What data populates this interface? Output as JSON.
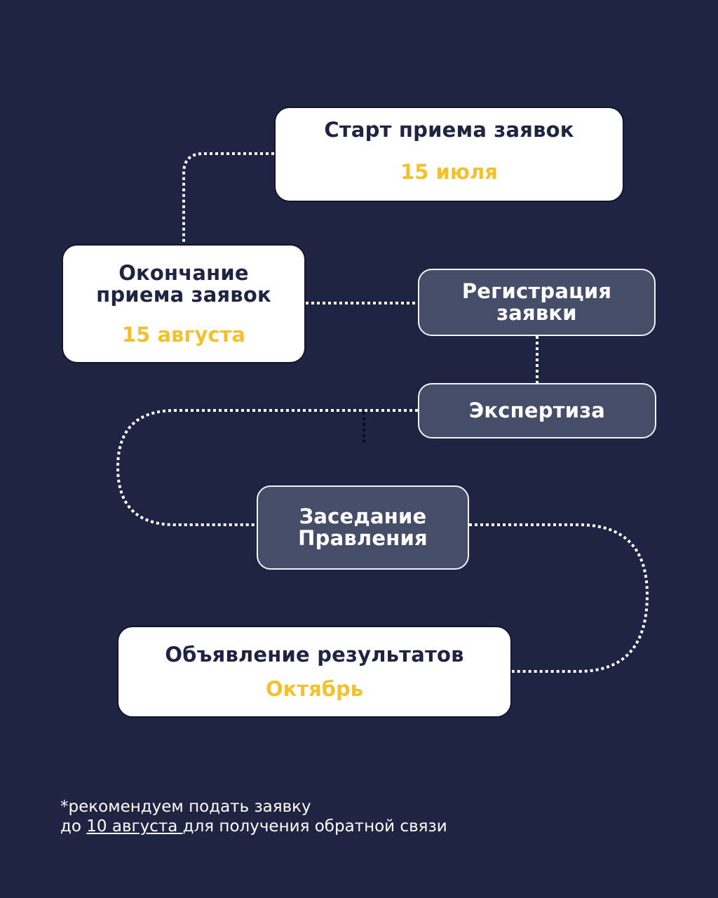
{
  "colors": {
    "background": "#1f2443",
    "white_box": "#ffffff",
    "slate_box": "#454d69",
    "date_accent": "#f2c12e",
    "dark_text": "#1f2443",
    "connector": "#ffffff"
  },
  "steps": {
    "start": {
      "title": "Старт приема заявок",
      "date": "15 июля"
    },
    "end": {
      "title_line1": "Окончание",
      "title_line2": "приема заявок",
      "date": "15 августа"
    },
    "registration": {
      "title_line1": "Регистрация",
      "title_line2": "заявки"
    },
    "expertise": {
      "title": "Экспертиза"
    },
    "board": {
      "title_line1": "Заседание",
      "title_line2": "Правления"
    },
    "results": {
      "title": "Объявление результатов",
      "date": "Октябрь"
    }
  },
  "footnote": {
    "line1": "*рекомендуем подать заявку",
    "line2_prefix": "до ",
    "line2_underlined": "10 августа ",
    "line2_suffix": "для получения обратной связи"
  }
}
